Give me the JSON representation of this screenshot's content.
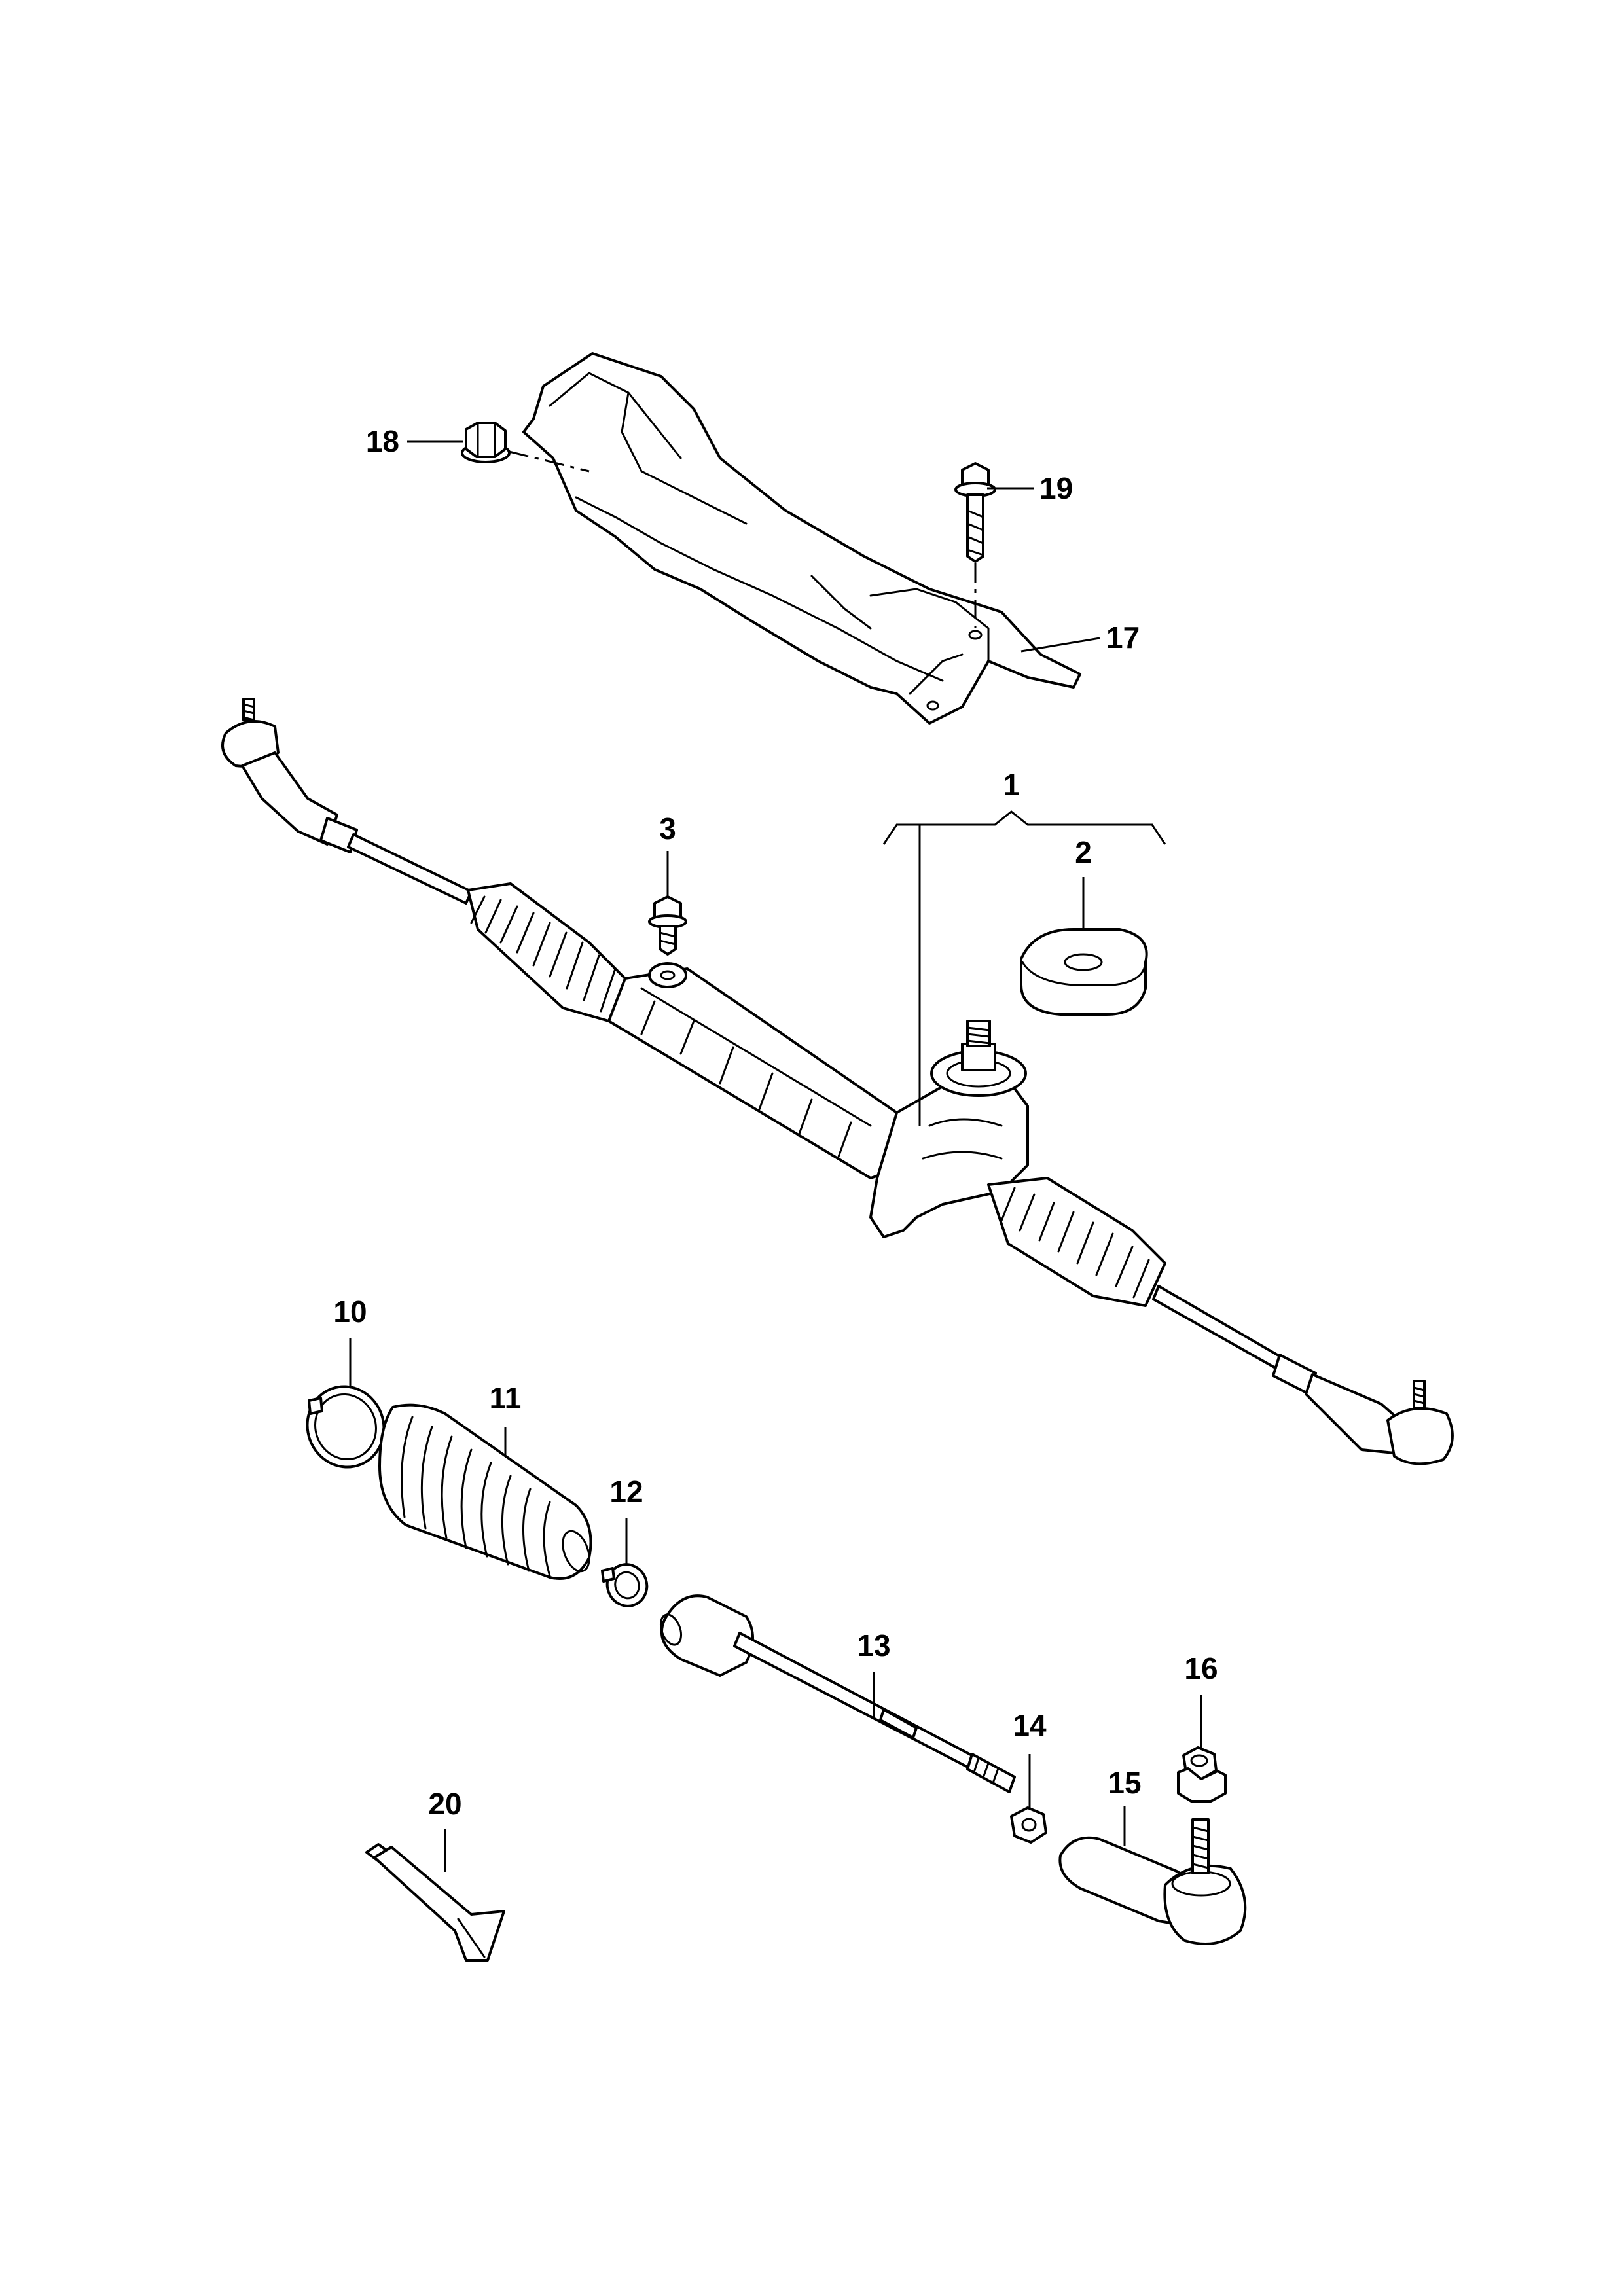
{
  "callouts": {
    "c1": "1",
    "c2": "2",
    "c3": "3",
    "c10": "10",
    "c11": "11",
    "c12": "12",
    "c13": "13",
    "c14": "14",
    "c15": "15",
    "c16": "16",
    "c17": "17",
    "c18": "18",
    "c19": "19",
    "c20": "20"
  },
  "colors": {
    "line": "#000000",
    "background": "#ffffff"
  },
  "icons": {
    "p1": "steering-rack-assembly-icon",
    "p2": "rack-mount-bushing-icon",
    "p3": "bolt-icon",
    "p10": "boot-clamp-icon",
    "p11": "bellows-boot-icon",
    "p12": "small-clamp-icon",
    "p13": "inner-tie-rod-icon",
    "p14": "lock-nut-icon",
    "p15": "tie-rod-end-icon",
    "p16": "self-locking-nut-icon",
    "p17": "heat-shield-icon",
    "p18": "flange-nut-icon",
    "p19": "flange-bolt-icon",
    "p20": "grease-tube-icon"
  }
}
